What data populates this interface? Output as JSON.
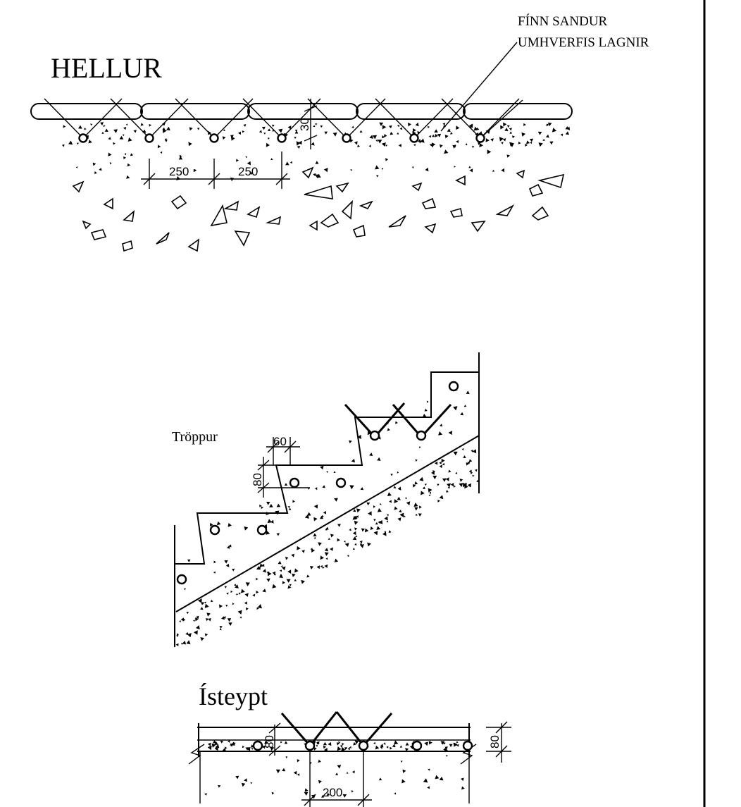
{
  "sections": {
    "hellur": {
      "title": "HELLUR",
      "note_line1": "FÍNN SANDUR",
      "note_line2": "UMHVERFIS LAGNIR",
      "dim_depth": "30",
      "dim_spacing_1": "250",
      "dim_spacing_2": "250"
    },
    "troppur": {
      "title": "Tröppur",
      "dim_width": "60",
      "dim_height": "80"
    },
    "isteypt": {
      "title": "Ísteypt",
      "dim_depth_left": "80",
      "dim_depth_right": "80",
      "dim_spacing": "200"
    }
  }
}
